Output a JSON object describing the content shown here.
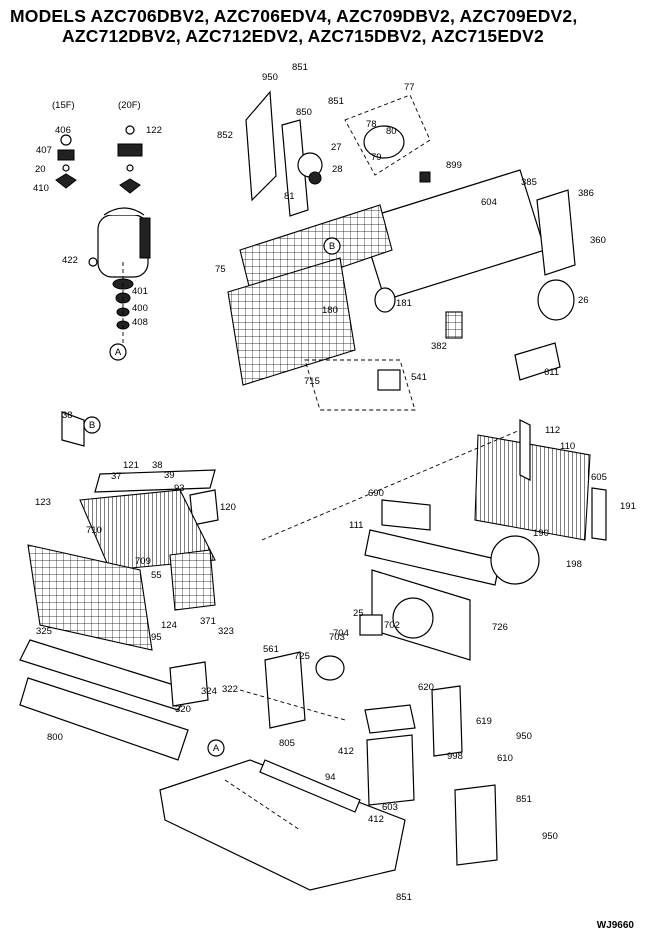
{
  "title_line1": "MODELS AZC706DBV2, AZC706EDV4, AZC709DBV2, AZC709EDV2,",
  "title_line2": "AZC712DBV2, AZC712EDV2, AZC715DBV2, AZC715EDV2",
  "drawing_id": "WJ9660",
  "variant_labels": [
    "(15F)",
    "(20F)"
  ],
  "callouts": [
    "A",
    "B"
  ],
  "part_numbers": [
    "950",
    "851",
    "852",
    "850",
    "851",
    "77",
    "78",
    "80",
    "79",
    "27",
    "28",
    "81",
    "899",
    "604",
    "385",
    "386",
    "360",
    "26",
    "75",
    "180",
    "181",
    "382",
    "715",
    "541",
    "611",
    "406",
    "407",
    "20",
    "410",
    "422",
    "401",
    "400",
    "408",
    "122",
    "38",
    "121",
    "37",
    "38",
    "39",
    "93",
    "123",
    "120",
    "710",
    "709",
    "55",
    "95",
    "124",
    "371",
    "325",
    "323",
    "324",
    "322",
    "320",
    "800",
    "690",
    "111",
    "112",
    "110",
    "605",
    "191",
    "190",
    "198",
    "726",
    "25",
    "703",
    "704",
    "702",
    "725",
    "561",
    "620",
    "619",
    "412",
    "805",
    "94",
    "998",
    "412",
    "603",
    "851",
    "950",
    "610",
    "851",
    "950"
  ]
}
